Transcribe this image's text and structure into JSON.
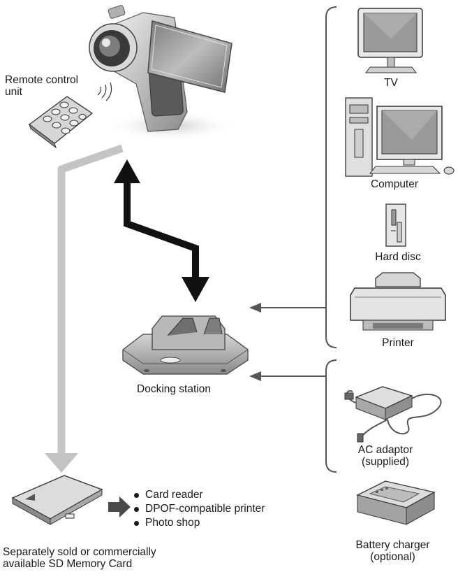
{
  "labels": {
    "remote": [
      "Remote control",
      "unit"
    ],
    "tv": "TV",
    "computer": "Computer",
    "hard_disc": "Hard disc",
    "printer": "Printer",
    "docking_station": "Docking station",
    "ac_adaptor": [
      "AC adaptor",
      "(supplied)"
    ],
    "battery_charger": [
      "Battery charger",
      "(optional)"
    ],
    "sd_card": [
      "Separately sold or commercially",
      "available SD Memory Card"
    ]
  },
  "card_outputs": [
    "Card reader",
    "DPOF-compatible printer",
    "Photo shop"
  ],
  "colors": {
    "arrow_dark": "#111111",
    "arrow_light": "#c4c4c4",
    "bracket": "#555555",
    "device_gray": "#9a9a9a"
  }
}
